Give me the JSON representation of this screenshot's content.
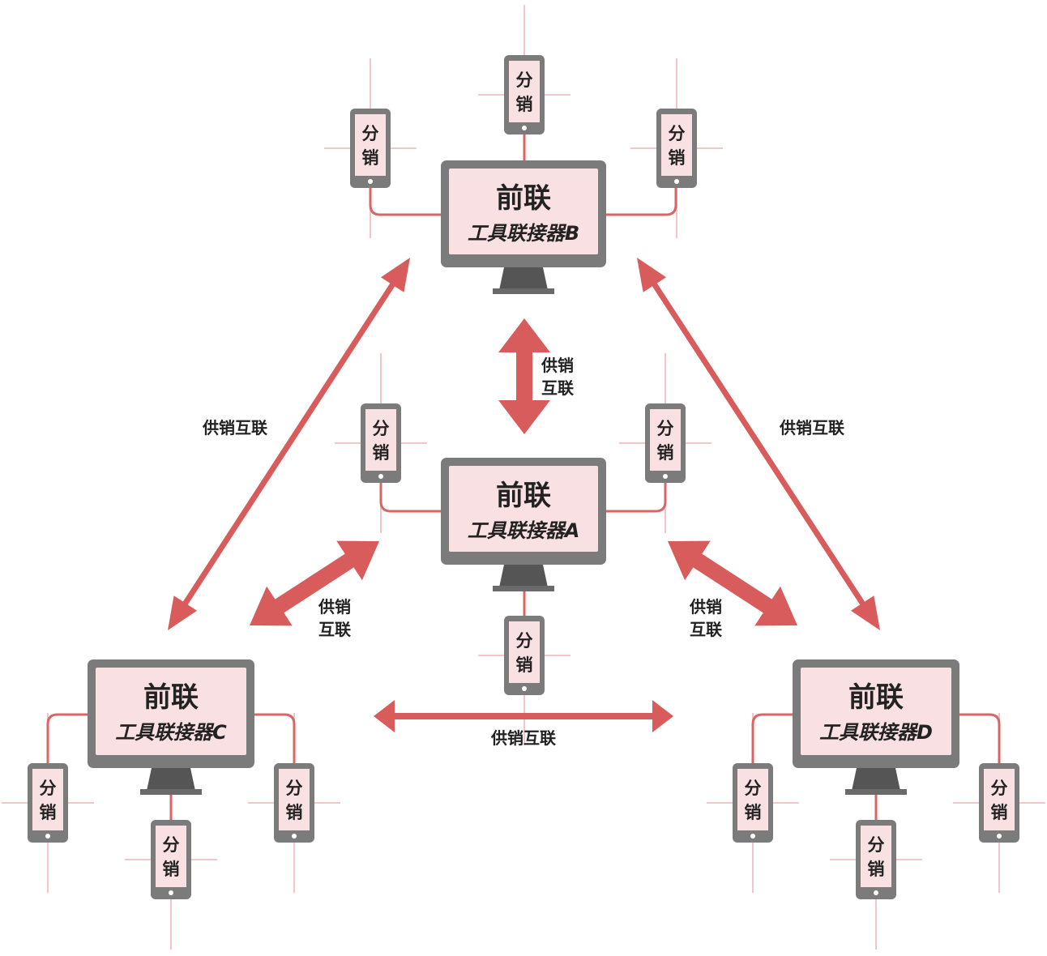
{
  "colors": {
    "arrow": "#d95c5c",
    "wire": "#d96666",
    "device_frame": "#7b7b7b",
    "screen_fill": "#f9e0e2",
    "stand": "#555555",
    "glow": "#f2c6c8"
  },
  "icons": {
    "monitor": "monitor-icon",
    "phone": "phone-icon",
    "arrow": "double-arrow-icon"
  },
  "hubs": [
    {
      "id": "A",
      "title": "前联",
      "subtitle": "工具联接器A",
      "phones": [
        {
          "line1": "分",
          "line2": "销"
        },
        {
          "line1": "分",
          "line2": "销"
        },
        {
          "line1": "分",
          "line2": "销"
        }
      ]
    },
    {
      "id": "B",
      "title": "前联",
      "subtitle": "工具联接器B",
      "phones": [
        {
          "line1": "分",
          "line2": "销"
        },
        {
          "line1": "分",
          "line2": "销"
        },
        {
          "line1": "分",
          "line2": "销"
        }
      ]
    },
    {
      "id": "C",
      "title": "前联",
      "subtitle": "工具联接器C",
      "phones": [
        {
          "line1": "分",
          "line2": "销"
        },
        {
          "line1": "分",
          "line2": "销"
        },
        {
          "line1": "分",
          "line2": "销"
        }
      ]
    },
    {
      "id": "D",
      "title": "前联",
      "subtitle": "工具联接器D",
      "phones": [
        {
          "line1": "分",
          "line2": "销"
        },
        {
          "line1": "分",
          "line2": "销"
        },
        {
          "line1": "分",
          "line2": "销"
        }
      ]
    }
  ],
  "links": [
    {
      "from": "A",
      "to": "B",
      "label_line1": "供销",
      "label_line2": "互联"
    },
    {
      "from": "B",
      "to": "C",
      "label_line1": "供销互联",
      "label_line2": ""
    },
    {
      "from": "B",
      "to": "D",
      "label_line1": "供销互联",
      "label_line2": ""
    },
    {
      "from": "A",
      "to": "C",
      "label_line1": "供销",
      "label_line2": "互联"
    },
    {
      "from": "A",
      "to": "D",
      "label_line1": "供销",
      "label_line2": "互联"
    },
    {
      "from": "C",
      "to": "D",
      "label_line1": "供销互联",
      "label_line2": ""
    }
  ]
}
